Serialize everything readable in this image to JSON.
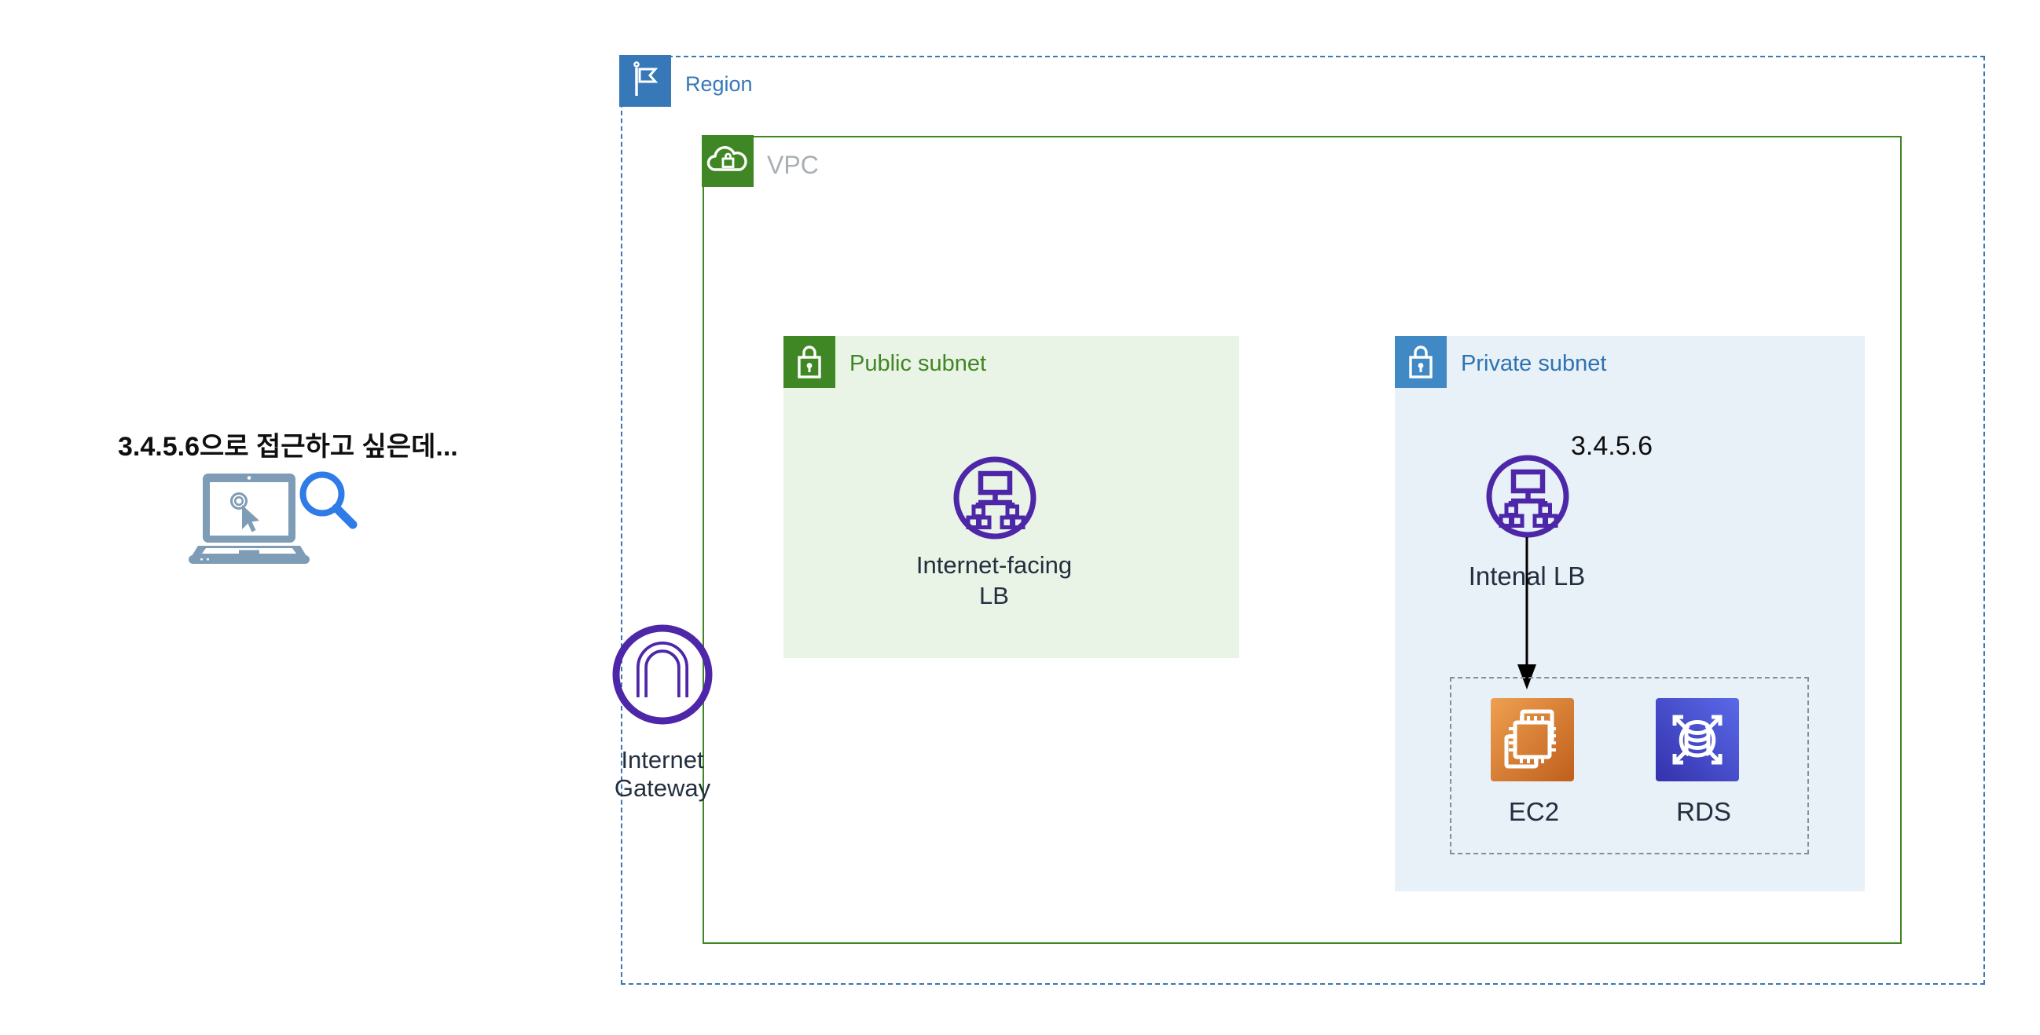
{
  "annotation": {
    "text": "3.4.5.6으로 접근하고 싶은데..."
  },
  "client": {
    "laptop_icon": "laptop-with-click-cursor",
    "search_icon": "magnifying-glass"
  },
  "region": {
    "label": "Region",
    "icon": "flag-icon"
  },
  "vpc": {
    "label": "VPC",
    "icon": "cloud-lock-icon"
  },
  "public_subnet": {
    "label": "Public subnet",
    "icon": "lock-icon",
    "lb": {
      "icon": "load-balancer-icon",
      "line1": "Internet-facing",
      "line2": "LB"
    }
  },
  "private_subnet": {
    "label": "Private subnet",
    "icon": "lock-icon",
    "ip": "3.4.5.6",
    "lb_label": "Intenal LB",
    "lb_icon": "load-balancer-icon",
    "group": {
      "ec2_label": "EC2",
      "ec2_icon": "ec2-icon",
      "rds_label": "RDS",
      "rds_icon": "rds-icon"
    }
  },
  "internet_gateway": {
    "line1": "Internet",
    "line2": "Gateway",
    "icon": "internet-gateway-icon"
  },
  "colors": {
    "region_blue": "#3778B8",
    "vpc_green": "#3F8624",
    "vpc_label_gray": "#A9B0B3",
    "public_bg": "#E9F3E6",
    "public_green": "#3F8624",
    "private_bg": "#E8F0F8",
    "private_blue": "#4089C5",
    "private_label_blue": "#2E73AE",
    "lb_purple": "#4D27A8",
    "navy": "#232F3E",
    "ink": "#0F0F0F",
    "group_border": "#8C8C8C",
    "laptop_slate": "#7E9CB5",
    "magnifier_blue": "#2F7BE8",
    "ec2_grad_start": "#EFA050",
    "ec2_grad_end": "#BF5F1D",
    "rds_grad_start": "#5A6AE8",
    "rds_grad_end": "#3431AC",
    "arrow_black": "#000000"
  }
}
